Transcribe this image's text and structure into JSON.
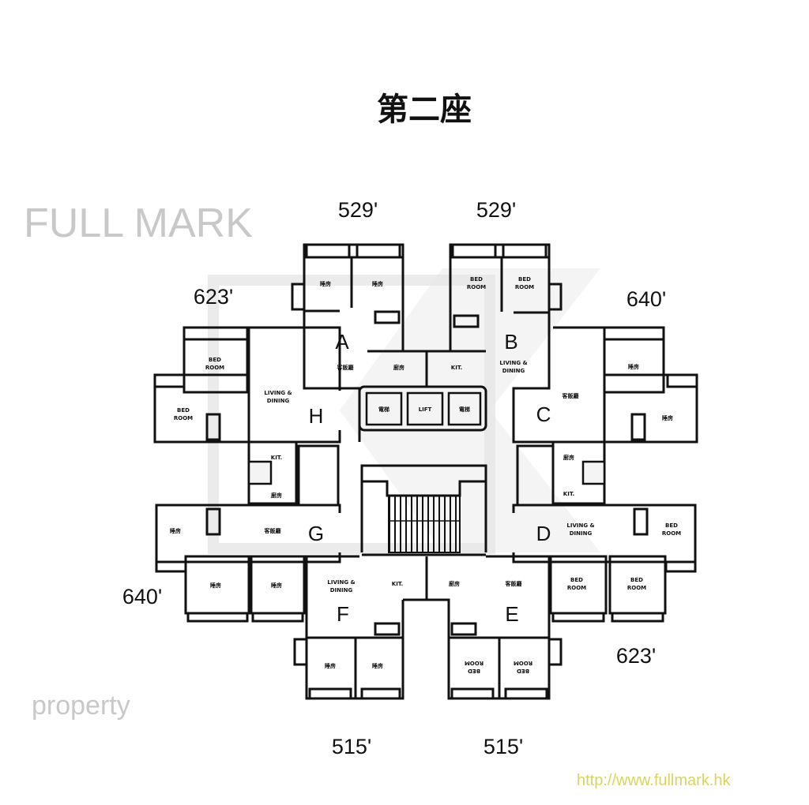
{
  "title": "第二座",
  "watermark": {
    "brand": "FULL MARK",
    "url": "http://www.fullmark.hk",
    "sub": "property"
  },
  "areas": {
    "A": "529'",
    "B": "529'",
    "H": "623'",
    "C": "640'",
    "G": "640'",
    "D": "623'",
    "F": "515'",
    "E": "515'"
  },
  "units": {
    "A": "A",
    "B": "B",
    "C": "C",
    "D": "D",
    "E": "E",
    "F": "F",
    "G": "G",
    "H": "H"
  },
  "labels": {
    "bedroom_zh": "睡房",
    "bed": "BED",
    "room": "ROOM",
    "living": "LIVING &",
    "dining": "DINING",
    "living_zh": "客飯廳",
    "kitchen_zh": "廚房",
    "kitchen": "KIT.",
    "lift": "LIFT",
    "lift_zh": "電梯"
  }
}
